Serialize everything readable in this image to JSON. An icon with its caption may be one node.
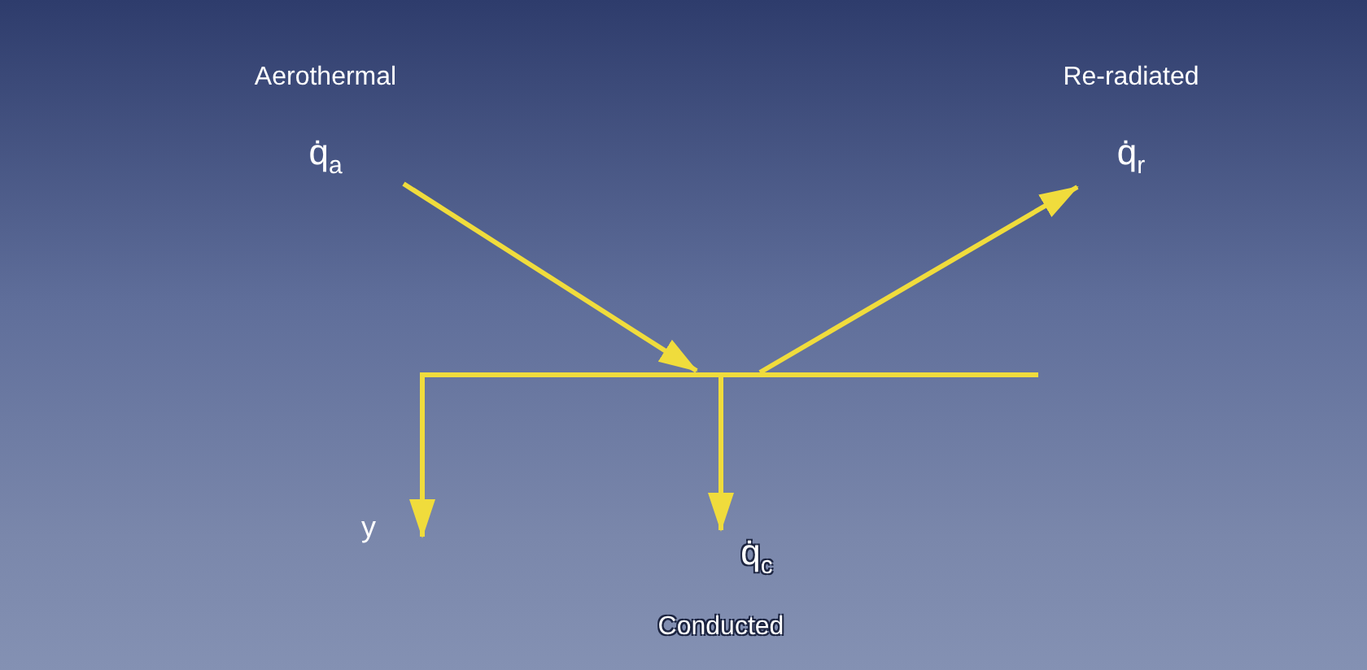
{
  "diagram": {
    "nodes": [
      {
        "text": [
          "Aerothermal",
          "q̇$_{a}$"
        ]
      },
      {
        "text": [
          "Re-radiated",
          "q̇$_{r}$"
        ]
      },
      {
        "text": [],
        "shape": "bar"
      },
      {
        "text": [
          "q̇$_{c}$",
          "Conducted"
        ]
      }
    ],
    "edges": [
      {
        "from": 0,
        "to": 2,
        "arrow": "to"
      },
      {
        "from": 2,
        "to": 1,
        "arrow": "to"
      },
      {
        "from": 2,
        "to": 3,
        "arrow": "to"
      }
    ],
    "labels": [
      "y"
    ]
  }
}
